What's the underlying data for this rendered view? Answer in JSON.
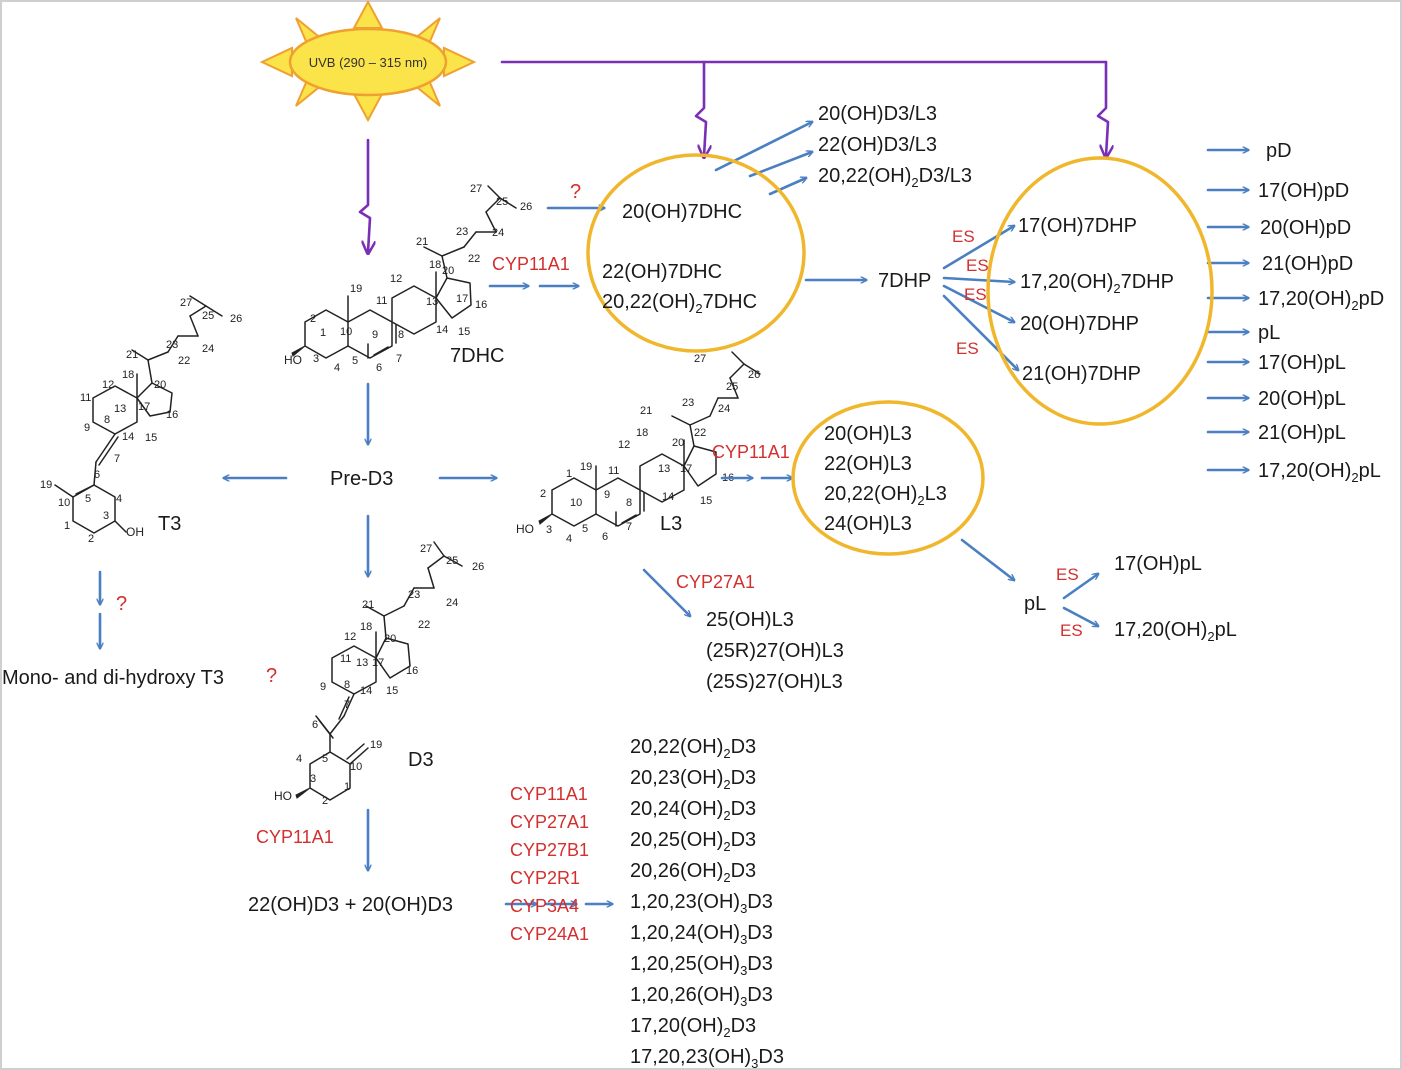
{
  "uvb": {
    "label": "UVB (290 – 315 nm)"
  },
  "molecules": {
    "seven_dhc": "7DHC",
    "pre_d3": "Pre-D3",
    "t3": "T3",
    "l3": "L3",
    "d3": "D3",
    "ho": "HO",
    "oh": "OH"
  },
  "question": "?",
  "enzymes": {
    "cyp11a1": "CYP11A1",
    "cyp27a1": "CYP27A1",
    "es": "ES",
    "d3_list": [
      "CYP11A1",
      "CYP27A1",
      "CYP27B1",
      "CYP2R1",
      "CYP3A4",
      "CYP24A1"
    ]
  },
  "dhc_circle": {
    "items": [
      {
        "base": "20(OH)7DHC"
      },
      {
        "base": "22(OH)7DHC"
      },
      {
        "base": "20,22(OH)",
        "sub": "2",
        "tail": "7DHC"
      }
    ]
  },
  "dhc_products": [
    {
      "base": "20(OH)D3/L3"
    },
    {
      "base": "22(OH)D3/L3"
    },
    {
      "base": "20,22(OH)",
      "sub": "2",
      "tail": "D3/L3"
    }
  ],
  "seven_dhp": "7DHP",
  "dhp_circle": {
    "items": [
      {
        "base": "17(OH)7DHP"
      },
      {
        "base": "17,20(OH)",
        "sub": "2",
        "tail": "7DHP"
      },
      {
        "base": "20(OH)7DHP"
      },
      {
        "base": "21(OH)7DHP"
      }
    ]
  },
  "dhp_products": [
    {
      "base": "pD"
    },
    {
      "base": "17(OH)pD"
    },
    {
      "base": "20(OH)pD"
    },
    {
      "base": "21(OH)pD"
    },
    {
      "base": "17,20(OH)",
      "sub": "2",
      "tail": "pD"
    },
    {
      "base": "pL"
    },
    {
      "base": "17(OH)pL"
    },
    {
      "base": "20(OH)pL"
    },
    {
      "base": "21(OH)pL"
    },
    {
      "base": "17,20(OH)",
      "sub": "2",
      "tail": "pL"
    }
  ],
  "l3_circle": {
    "items": [
      {
        "base": "20(OH)L3"
      },
      {
        "base": "22(OH)L3"
      },
      {
        "base": "20,22(OH)",
        "sub": "2",
        "tail": "L3"
      },
      {
        "base": "24(OH)L3"
      }
    ]
  },
  "pl_label": "pL",
  "pl_products": [
    {
      "base": "17(OH)pL"
    },
    {
      "base": "17,20(OH)",
      "sub": "2",
      "tail": "pL"
    }
  ],
  "l3_cyp27_products": [
    {
      "base": "25(OH)L3"
    },
    {
      "base": "(25R)27(OH)L3"
    },
    {
      "base": "(25S)27(OH)L3"
    }
  ],
  "t3_products": "Mono- and di-hydroxy T3",
  "d3_hydroxy": "22(OH)D3 + 20(OH)D3",
  "d3_products": [
    {
      "base": "20,22(OH)",
      "sub": "2",
      "tail": "D3"
    },
    {
      "base": "20,23(OH)",
      "sub": "2",
      "tail": "D3"
    },
    {
      "base": "20,24(OH)",
      "sub": "2",
      "tail": "D3"
    },
    {
      "base": "20,25(OH)",
      "sub": "2",
      "tail": "D3"
    },
    {
      "base": "20,26(OH)",
      "sub": "2",
      "tail": "D3"
    },
    {
      "base": "1,20,23(OH)",
      "sub": "3",
      "tail": "D3"
    },
    {
      "base": "1,20,24(OH)",
      "sub": "3",
      "tail": "D3"
    },
    {
      "base": "1,20,25(OH)",
      "sub": "3",
      "tail": "D3"
    },
    {
      "base": "1,20,26(OH)",
      "sub": "3",
      "tail": "D3"
    },
    {
      "base": "17,20(OH)",
      "sub": "2",
      "tail": "D3"
    },
    {
      "base": "17,20,23(OH)",
      "sub": "3",
      "tail": "D3"
    }
  ],
  "colors": {
    "flow_arrow": "#4a7fc1",
    "uv_arrow": "#7b2fb5",
    "ring": "#f0b62c",
    "enzyme": "#d32f2f",
    "sun": "#fbe44a"
  }
}
